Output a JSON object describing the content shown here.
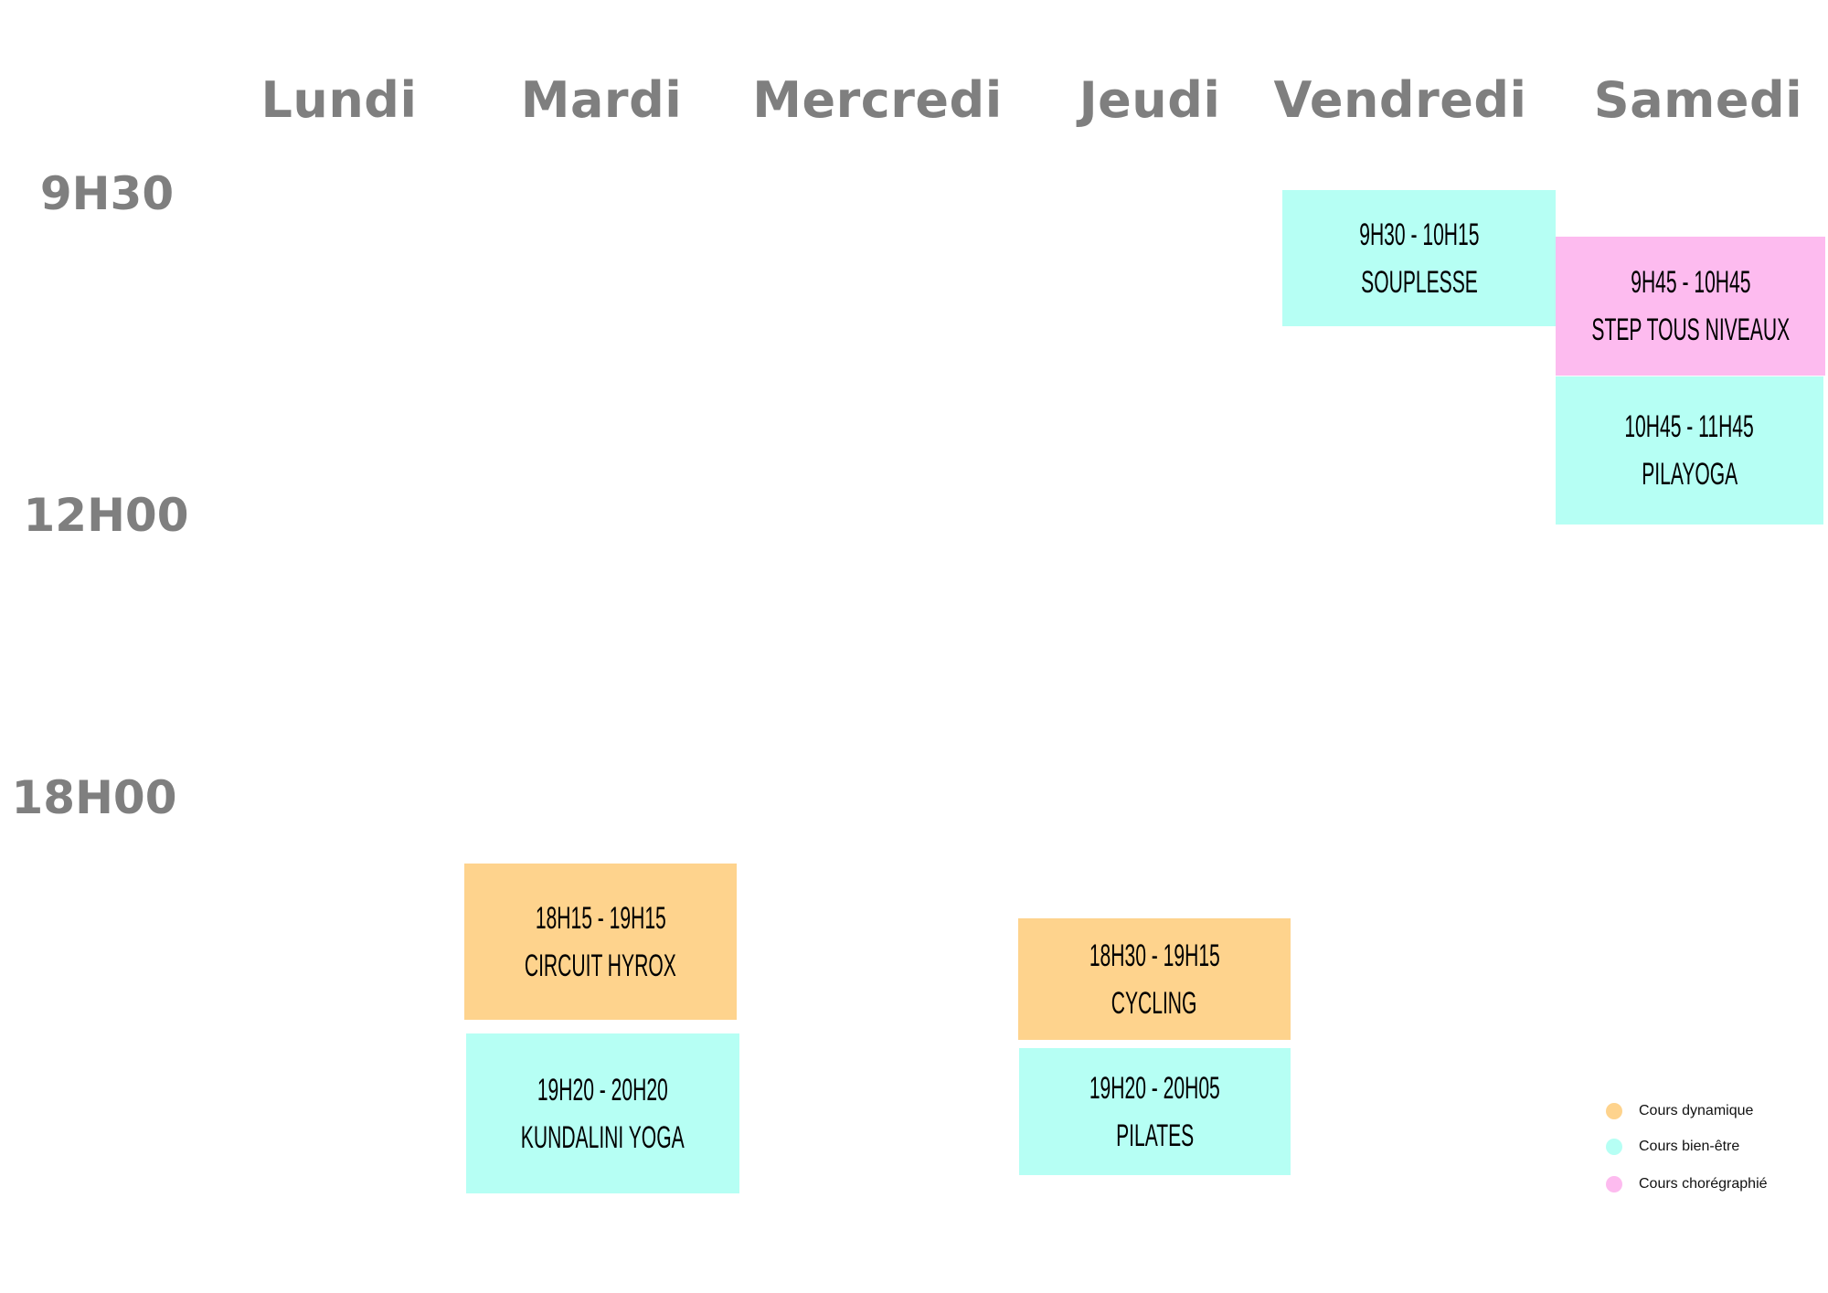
{
  "colors": {
    "dynamique": "#fed38d",
    "bienetre": "#b6fff4",
    "choregraphie": "#fdbbef"
  },
  "days": [
    "Lundi",
    "Mardi",
    "Mercredi",
    "Jeudi",
    "Vendredi",
    "Samedi"
  ],
  "times": [
    "9H30",
    "12H00",
    "18H00"
  ],
  "classes": [
    {
      "time": "9H30 - 10H15",
      "name": "SOUPLESSE",
      "type": "bienetre"
    },
    {
      "time": "9H45 - 10H45",
      "name": "STEP TOUS NIVEAUX",
      "type": "choregraphie"
    },
    {
      "time": "10H45 - 11H45",
      "name": "PILAYOGA",
      "type": "bienetre"
    },
    {
      "time": "18H15 - 19H15",
      "name": "CIRCUIT HYROX",
      "type": "dynamique"
    },
    {
      "time": "19H20 - 20H20",
      "name": "KUNDALINI YOGA",
      "type": "bienetre"
    },
    {
      "time": "18H30 - 19H15",
      "name": "CYCLING",
      "type": "dynamique"
    },
    {
      "time": "19H20 - 20H05",
      "name": "PILATES",
      "type": "bienetre"
    }
  ],
  "legend": [
    "Cours dynamique",
    "Cours bien-être",
    "Cours chorégraphié"
  ]
}
